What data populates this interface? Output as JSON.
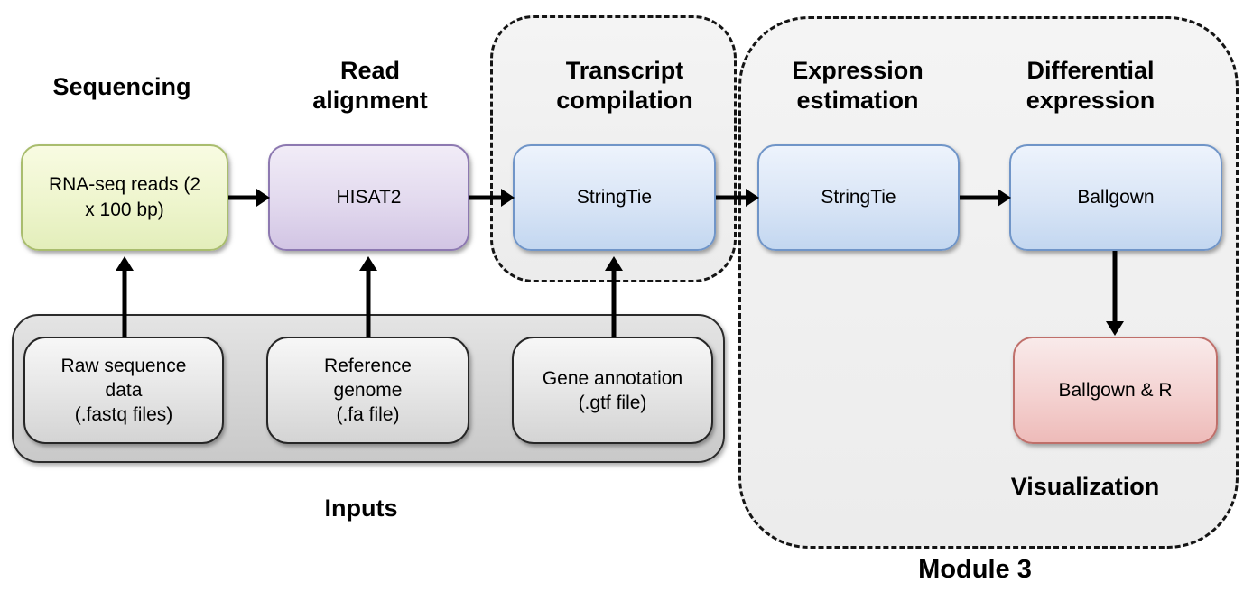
{
  "stages": {
    "sequencing": {
      "header": "Sequencing",
      "box": "RNA-seq reads (2\nx 100 bp)"
    },
    "read_alignment": {
      "header": "Read\nalignment",
      "box": "HISAT2"
    },
    "transcript_compilation": {
      "header": "Transcript\ncompilation",
      "box": "StringTie"
    },
    "expression_estimation": {
      "header": "Expression\nestimation",
      "box": "StringTie"
    },
    "differential_expression": {
      "header": "Differential\nexpression",
      "box": "Ballgown"
    }
  },
  "inputs": {
    "label": "Inputs",
    "items": [
      {
        "label": "Raw sequence\ndata\n(.fastq files)"
      },
      {
        "label": "Reference\ngenome\n(.fa file)"
      },
      {
        "label": "Gene annotation\n(.gtf file)"
      }
    ]
  },
  "module3": {
    "label": "Module 3",
    "visualization_label": "Visualization",
    "box": "Ballgown & R"
  },
  "colors": {
    "sequencing_box_fill": "#eef5cd",
    "sequencing_box_border": "#a9bd6e",
    "alignment_box_fill": "#e2d9ee",
    "alignment_box_border": "#8d79b1",
    "tool_box_fill": "#d9e5f6",
    "tool_box_border": "#7095c8",
    "visualization_box_fill": "#f4d2d1",
    "visualization_box_border": "#bf6f6a",
    "inputs_container_fill": "#d6d6d6",
    "group_fill": "#efefef",
    "arrow": "#000000"
  }
}
